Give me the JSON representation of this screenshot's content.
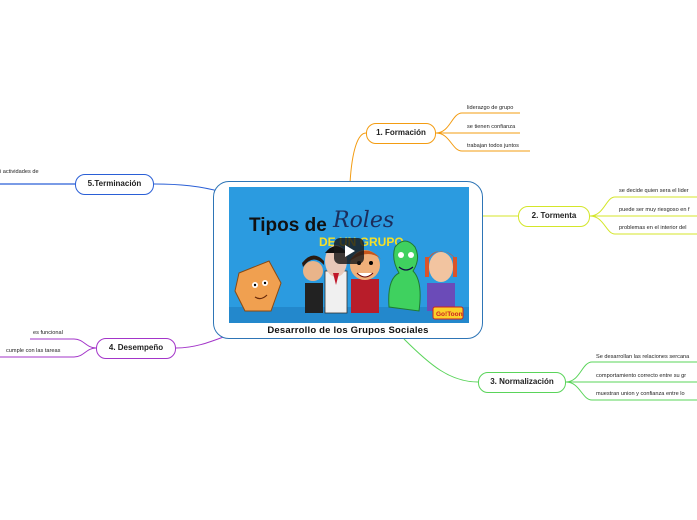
{
  "center": {
    "title": "Desarrollo de los Grupos Sociales",
    "thumbnail": {
      "word_tipos": "Tipos de",
      "word_roles": "Roles",
      "word_grupo": "DE UN GRUPO",
      "badge": "Go!Toon",
      "play_icon": "play-icon"
    }
  },
  "branches": [
    {
      "label": "1. Formación",
      "color": "#f39c12",
      "items": [
        "liderazgo de grupo",
        "se tienen confianza",
        "trabajan todos juntos"
      ]
    },
    {
      "label": "2. Tormenta",
      "color": "#d4e62a",
      "items": [
        "se decide quien sera el lider",
        "puede ser muy riesgoso en f",
        "problemas en el interior del"
      ]
    },
    {
      "label": "3. Normalización",
      "color": "#5ad45a",
      "items": [
        "Se desarrollan las relaciones sercana",
        "comportamiento correcto entre su gr",
        "muestran union y  confianza entre lo"
      ]
    },
    {
      "label": "4. Desempeño",
      "color": "#a335c9",
      "items": [
        "es funcional",
        "cumple con las tareas"
      ]
    },
    {
      "label": "5.Terminación",
      "color": "#2a5fd6",
      "items": [
        "i actividades de"
      ]
    }
  ]
}
